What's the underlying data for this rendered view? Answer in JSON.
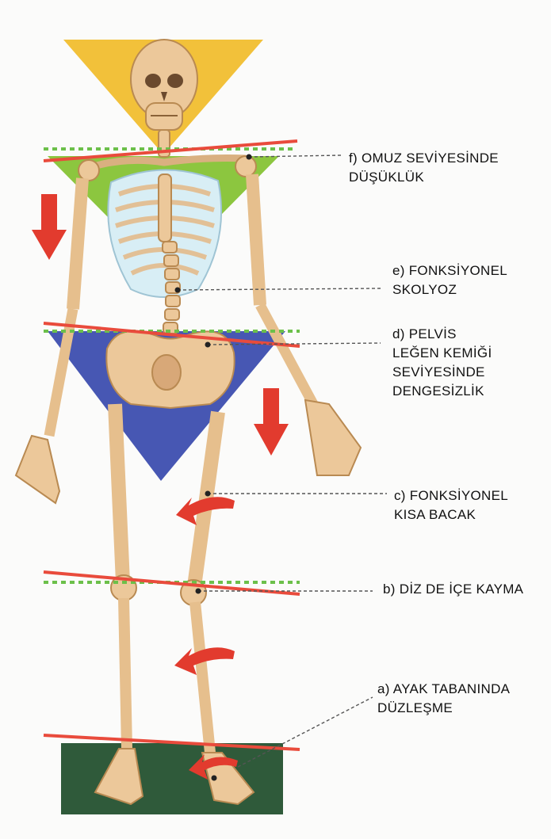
{
  "labels": {
    "f": {
      "line1": "f) OMUZ SEVİYESİNDE",
      "line2": "DÜŞÜKLÜK"
    },
    "e": {
      "line1": "e) FONKSİYONEL",
      "line2": "SKOLYOZ"
    },
    "d": {
      "line1": "d) PELVİS",
      "line2": "LEĞEN KEMİĞİ",
      "line3": "SEVİYESİNDE",
      "line4": "DENGESİZLİK"
    },
    "c": {
      "line1": "c) FONKSİYONEL",
      "line2": "KISA BACAK"
    },
    "b": {
      "line1": "b) DİZ DE İÇE KAYMA"
    },
    "a": {
      "line1": "a) AYAK TABANINDA",
      "line2": "DÜZLEŞME"
    }
  },
  "colors": {
    "head_triangle": "#f2c13a",
    "torso_triangle": "#8cc63f",
    "pelvis_triangle": "#4757b3",
    "floor": "#2f5a3a",
    "tilt_line": "#e94b3c",
    "level_line": "#6cc04a",
    "arrow": "#e23b2e",
    "bone": "#ecc89a",
    "bone_edge": "#b98a52",
    "leader": "#555555"
  }
}
